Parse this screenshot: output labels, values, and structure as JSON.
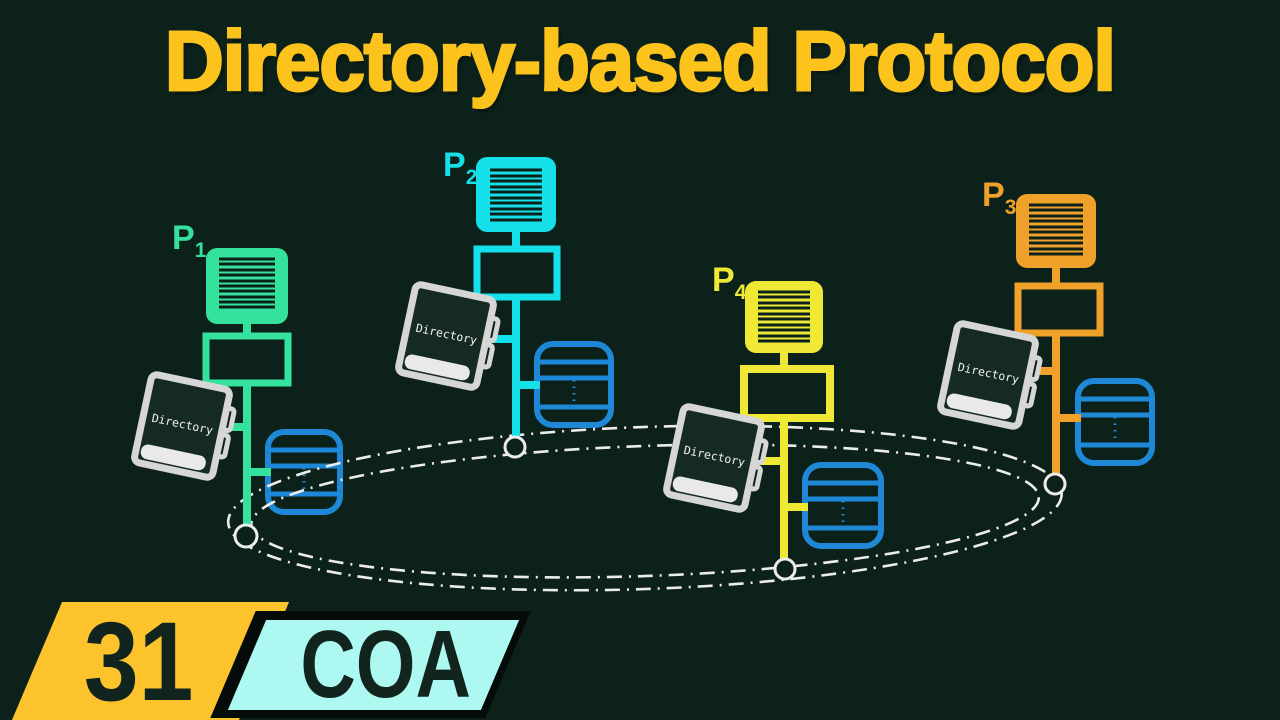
{
  "title": "Directory-based Protocol",
  "badge": {
    "number": "31",
    "course": "COA"
  },
  "colors": {
    "background": "#0d211b",
    "title_yellow": "#fcc31d",
    "memory_blue": "#1e88d6",
    "ring_white": "#ececec",
    "badge_yellow": "#fcc32d",
    "badge_cyan": "#aef8f2",
    "badge_text": "#11241d",
    "book_border": "#d6d6d6",
    "book_cover": "#152a21",
    "book_pages": "#e9e9e9",
    "book_text": "#f2f2f2"
  },
  "nodes": [
    {
      "id": "P1",
      "label": "P",
      "sub": "1",
      "color": "#34e29e",
      "directory_label": "Directory"
    },
    {
      "id": "P2",
      "label": "P",
      "sub": "2",
      "color": "#15dfe8",
      "directory_label": "Directory"
    },
    {
      "id": "P4",
      "label": "P",
      "sub": "4",
      "color": "#efe834",
      "directory_label": "Directory"
    },
    {
      "id": "P3",
      "label": "P",
      "sub": "3",
      "color": "#f0a12a",
      "directory_label": "Directory"
    }
  ]
}
